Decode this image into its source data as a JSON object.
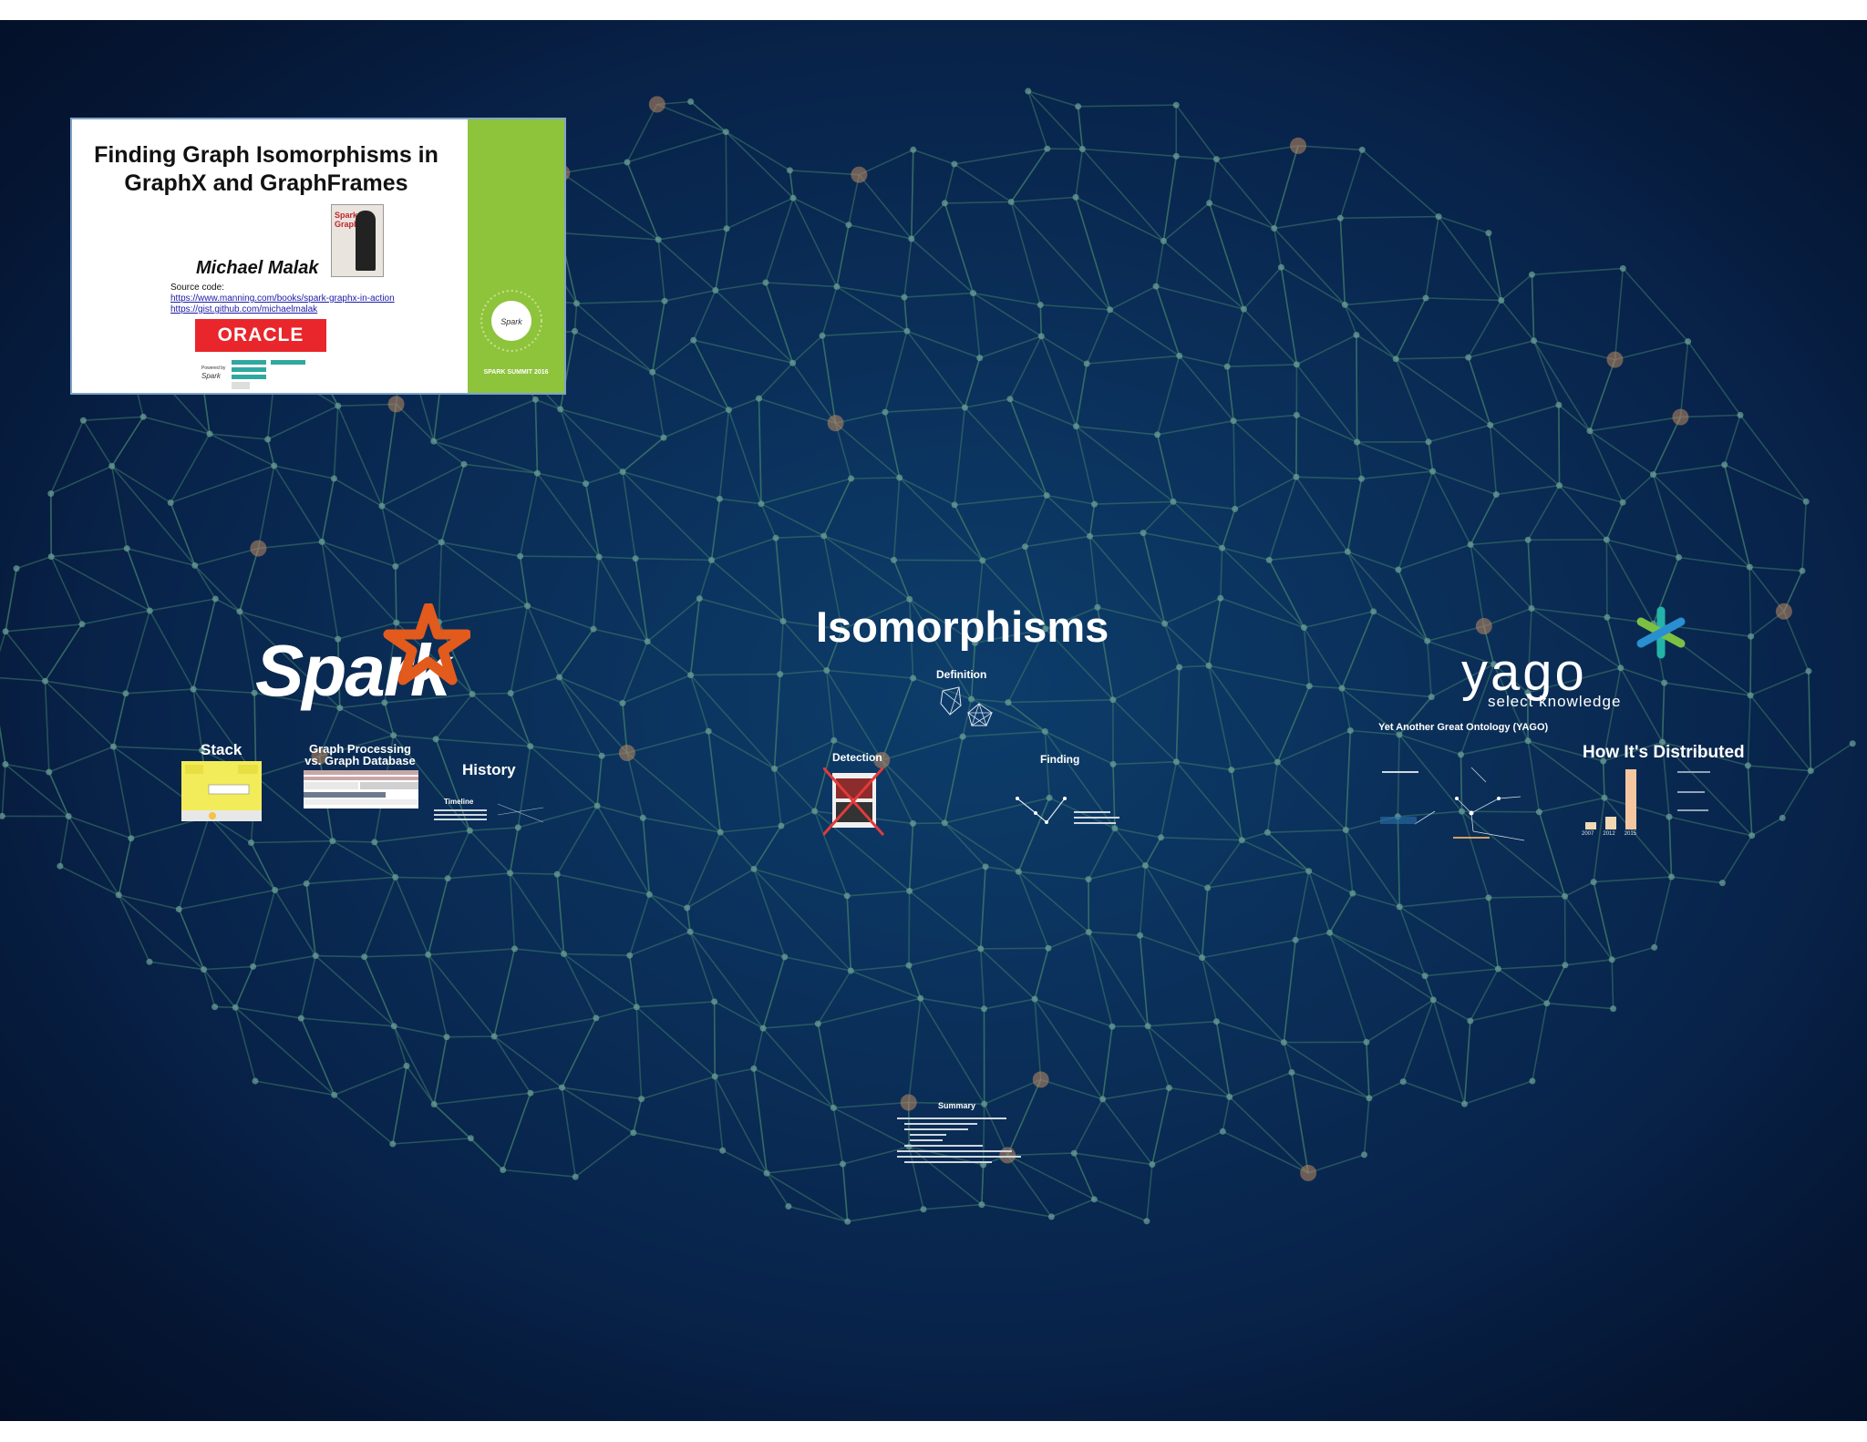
{
  "title_slide": {
    "title": "Finding Graph Isomorphisms in GraphX and GraphFrames",
    "author": "Michael Malak",
    "source_label": "Source code:",
    "link1": "https://www.manning.com/books/spark-graphx-in-action",
    "link2": "https://gist.github.com/michaelmalak",
    "oracle_logo": "ORACLE",
    "book_title": "Spark GraphX",
    "summit_text": "SPARK SUMMIT 2016"
  },
  "spark": {
    "logo_text": "Spark",
    "stack": "Stack",
    "graph_processing": "Graph Processing vs. Graph Database",
    "history": "History",
    "timeline": "Timeline"
  },
  "isomorphisms": {
    "title": "Isomorphisms",
    "definition": "Definition",
    "detection": "Detection",
    "finding": "Finding",
    "summary": "Summary"
  },
  "yago": {
    "logo_text": "yago",
    "tagline": "select knowledge",
    "subtitle": "Yet Another Great Ontology (YAGO)",
    "distributed": "How It's Distributed",
    "bar_labels": [
      "2007",
      "2012",
      "2015"
    ]
  },
  "colors": {
    "background": "#0a2f59",
    "network_line": "#3e7a6a",
    "spark_star": "#e25a1c",
    "oracle_red": "#e8262b",
    "slide_green": "#8ec33c",
    "stack_yellow": "#f2ec5a",
    "yago_teal": "#24b3a8"
  }
}
